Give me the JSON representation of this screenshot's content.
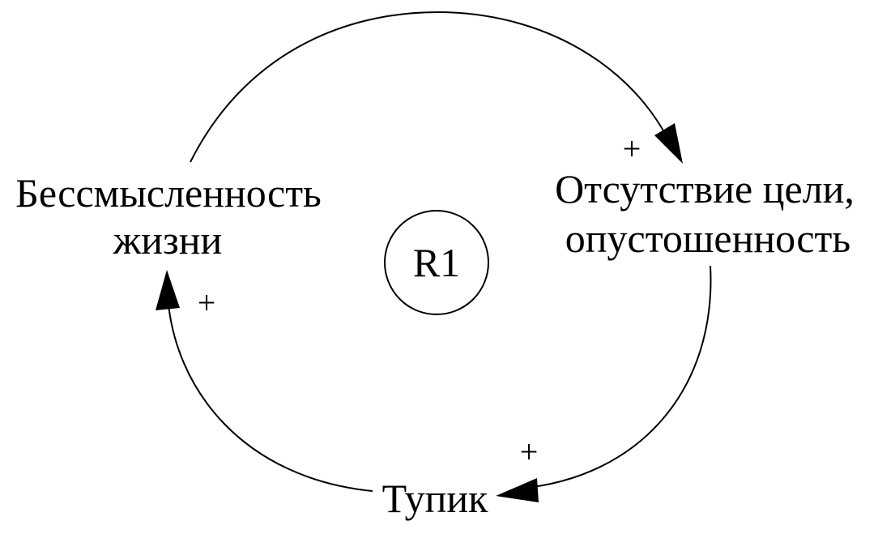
{
  "diagram": {
    "nodes": [
      {
        "id": "meaninglessness",
        "lines": [
          "Бессмысленность",
          "жизни"
        ]
      },
      {
        "id": "no-goal",
        "lines": [
          "Отсутствие цели,",
          "опустошенность"
        ]
      },
      {
        "id": "deadlock",
        "lines": [
          "Тупик"
        ]
      }
    ],
    "loop_label": "R1",
    "links": [
      {
        "from": "meaninglessness",
        "to": "no-goal",
        "polarity": "+"
      },
      {
        "from": "no-goal",
        "to": "deadlock",
        "polarity": "+"
      },
      {
        "from": "deadlock",
        "to": "meaninglessness",
        "polarity": "+"
      }
    ],
    "stroke_color": "#000000"
  }
}
